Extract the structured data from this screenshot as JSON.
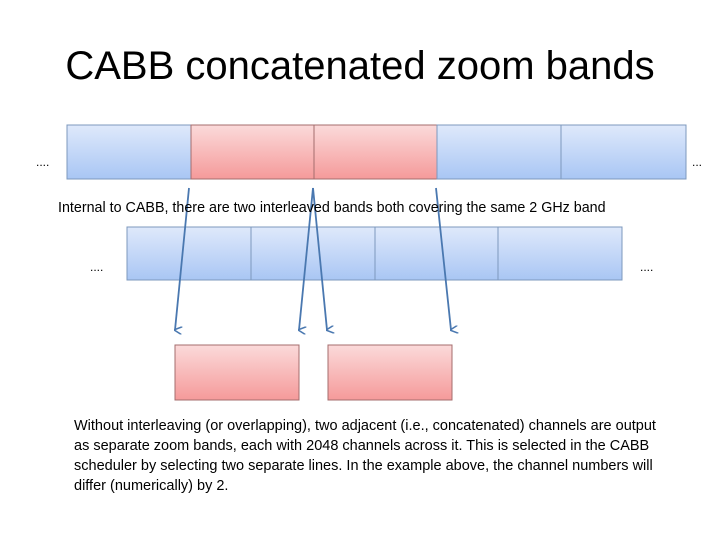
{
  "title": "CABB concatenated zoom bands",
  "caption": "Internal to CABB, there are two interleaved bands both covering the same 2 GHz band",
  "ellipsis_top_left": "....",
  "ellipsis_top_right": "...",
  "ellipsis_mid_left": "....",
  "ellipsis_mid_right": "....",
  "description": "Without interleaving (or overlapping), two adjacent (i.e., concatenated) channels are output as separate zoom bands, each with 2048 channels across it. This is selected in the CABB scheduler by selecting two separate lines. In the example above, the channel numbers will differ (numerically) by 2.",
  "colors": {
    "blue": "#c9dcfa",
    "red": "#f8b8b8",
    "arrow": "#4a78b0",
    "border": "#6f8fb8"
  }
}
